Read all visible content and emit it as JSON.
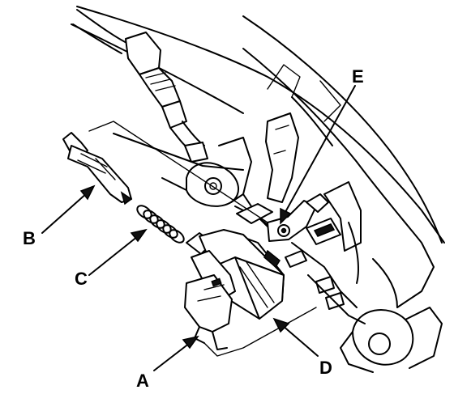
{
  "labels": {
    "a": "A",
    "b": "B",
    "c": "C",
    "d": "D",
    "e": "E"
  },
  "colors": {
    "ink": "#000000",
    "paper": "#ffffff"
  }
}
